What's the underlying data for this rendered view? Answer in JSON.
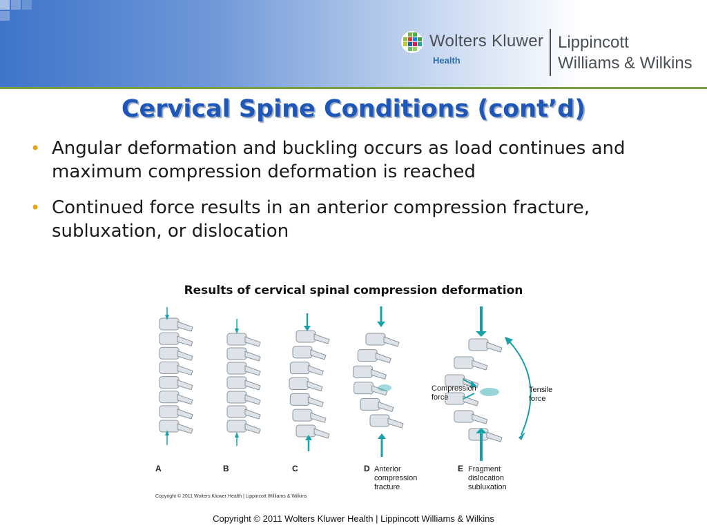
{
  "header": {
    "brand_name": "Wolters Kluwer",
    "brand_sub": "Health",
    "partner_line1": "Lippincott",
    "partner_line2": "Williams & Wilkins"
  },
  "slide": {
    "title": "Cervical Spine Conditions (cont’d)",
    "bullets": [
      "Angular deformation and buckling occurs as load continues and maximum compression deformation is reached",
      "Continued force results in an anterior compression fracture, subluxation, or dislocation"
    ]
  },
  "figure": {
    "caption": "Results of cervical spinal compression deformation",
    "panels": [
      {
        "letter": "A"
      },
      {
        "letter": "B"
      },
      {
        "letter": "C"
      },
      {
        "letter": "D",
        "description": [
          "Anterior",
          "compression",
          "fracture"
        ]
      },
      {
        "letter": "E",
        "description": [
          "Fragment",
          "dislocation",
          "subluxation"
        ]
      }
    ],
    "compression_label": [
      "Compression",
      "force"
    ],
    "tensile_label": [
      "Tensile",
      "force"
    ],
    "copyright": "Copyright © 2011 Wolters Kluwer Health | Lippincott Williams & Wilkins",
    "arrow_color": "#1aa0a8",
    "bone_color": "#dde3e8"
  },
  "footer": {
    "copyright": "Copyright © 2011 Wolters Kluwer Health | Lippincott Williams & Wilkins"
  }
}
